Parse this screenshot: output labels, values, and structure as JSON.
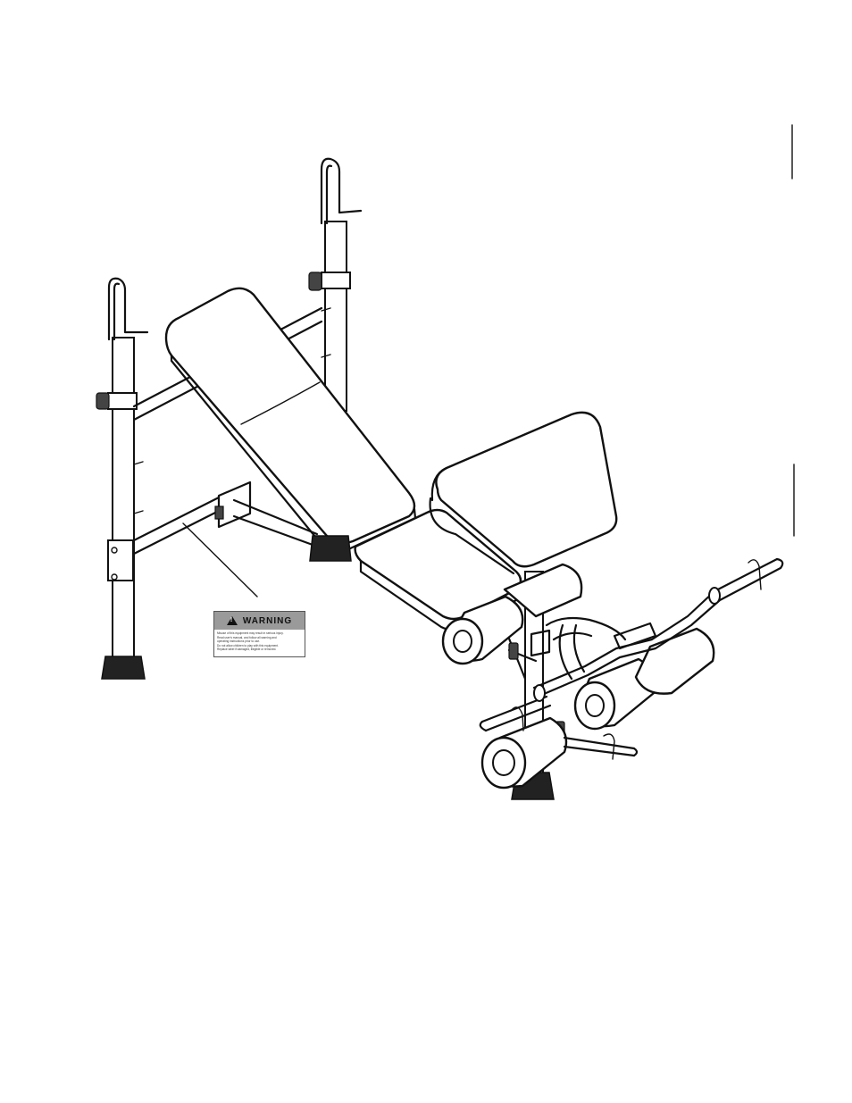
{
  "warning_label": {
    "heading": "WARNING",
    "lines": [
      "Misuse of this equipment may result in serious injury.",
      "Read user's manual, and follow all warning and",
      "operating instructions prior to use.",
      "Do not allow children to play with this equipment.",
      "Replace label if damaged, illegible or removed."
    ]
  }
}
